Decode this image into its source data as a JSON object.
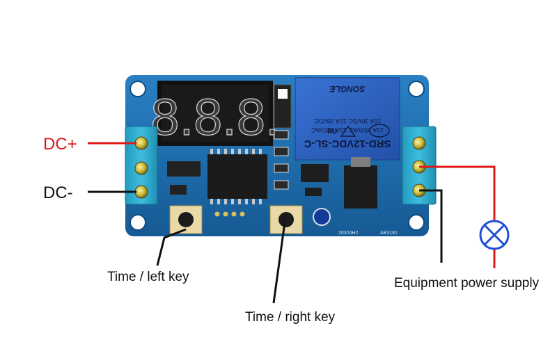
{
  "labels": {
    "dc_plus": "DC+",
    "dc_minus": "DC-",
    "left_key": "Time / left key",
    "right_key": "Time / right key",
    "equipment_supply": "Equipment power supply"
  },
  "relay_text": {
    "model": "SRD-12VDC-SL-C",
    "rating_1": "10A 250VAC 10A 125VAC",
    "rating_2": "10A 30VDC 10A 28VDC",
    "brand": "SONGLE"
  },
  "display": {
    "digits": "8.8.8."
  },
  "board_marks": {
    "code_left": "20324H2",
    "code_right": "AB3181"
  },
  "colors": {
    "board": "#1d6fb0",
    "terminal": "#2ca6c9",
    "relay": "#2d5fbe",
    "positive_wire": "#e01818",
    "lamp": "#1e4fd8"
  },
  "icons": {
    "lamp": "lamp-cross-symbol"
  }
}
